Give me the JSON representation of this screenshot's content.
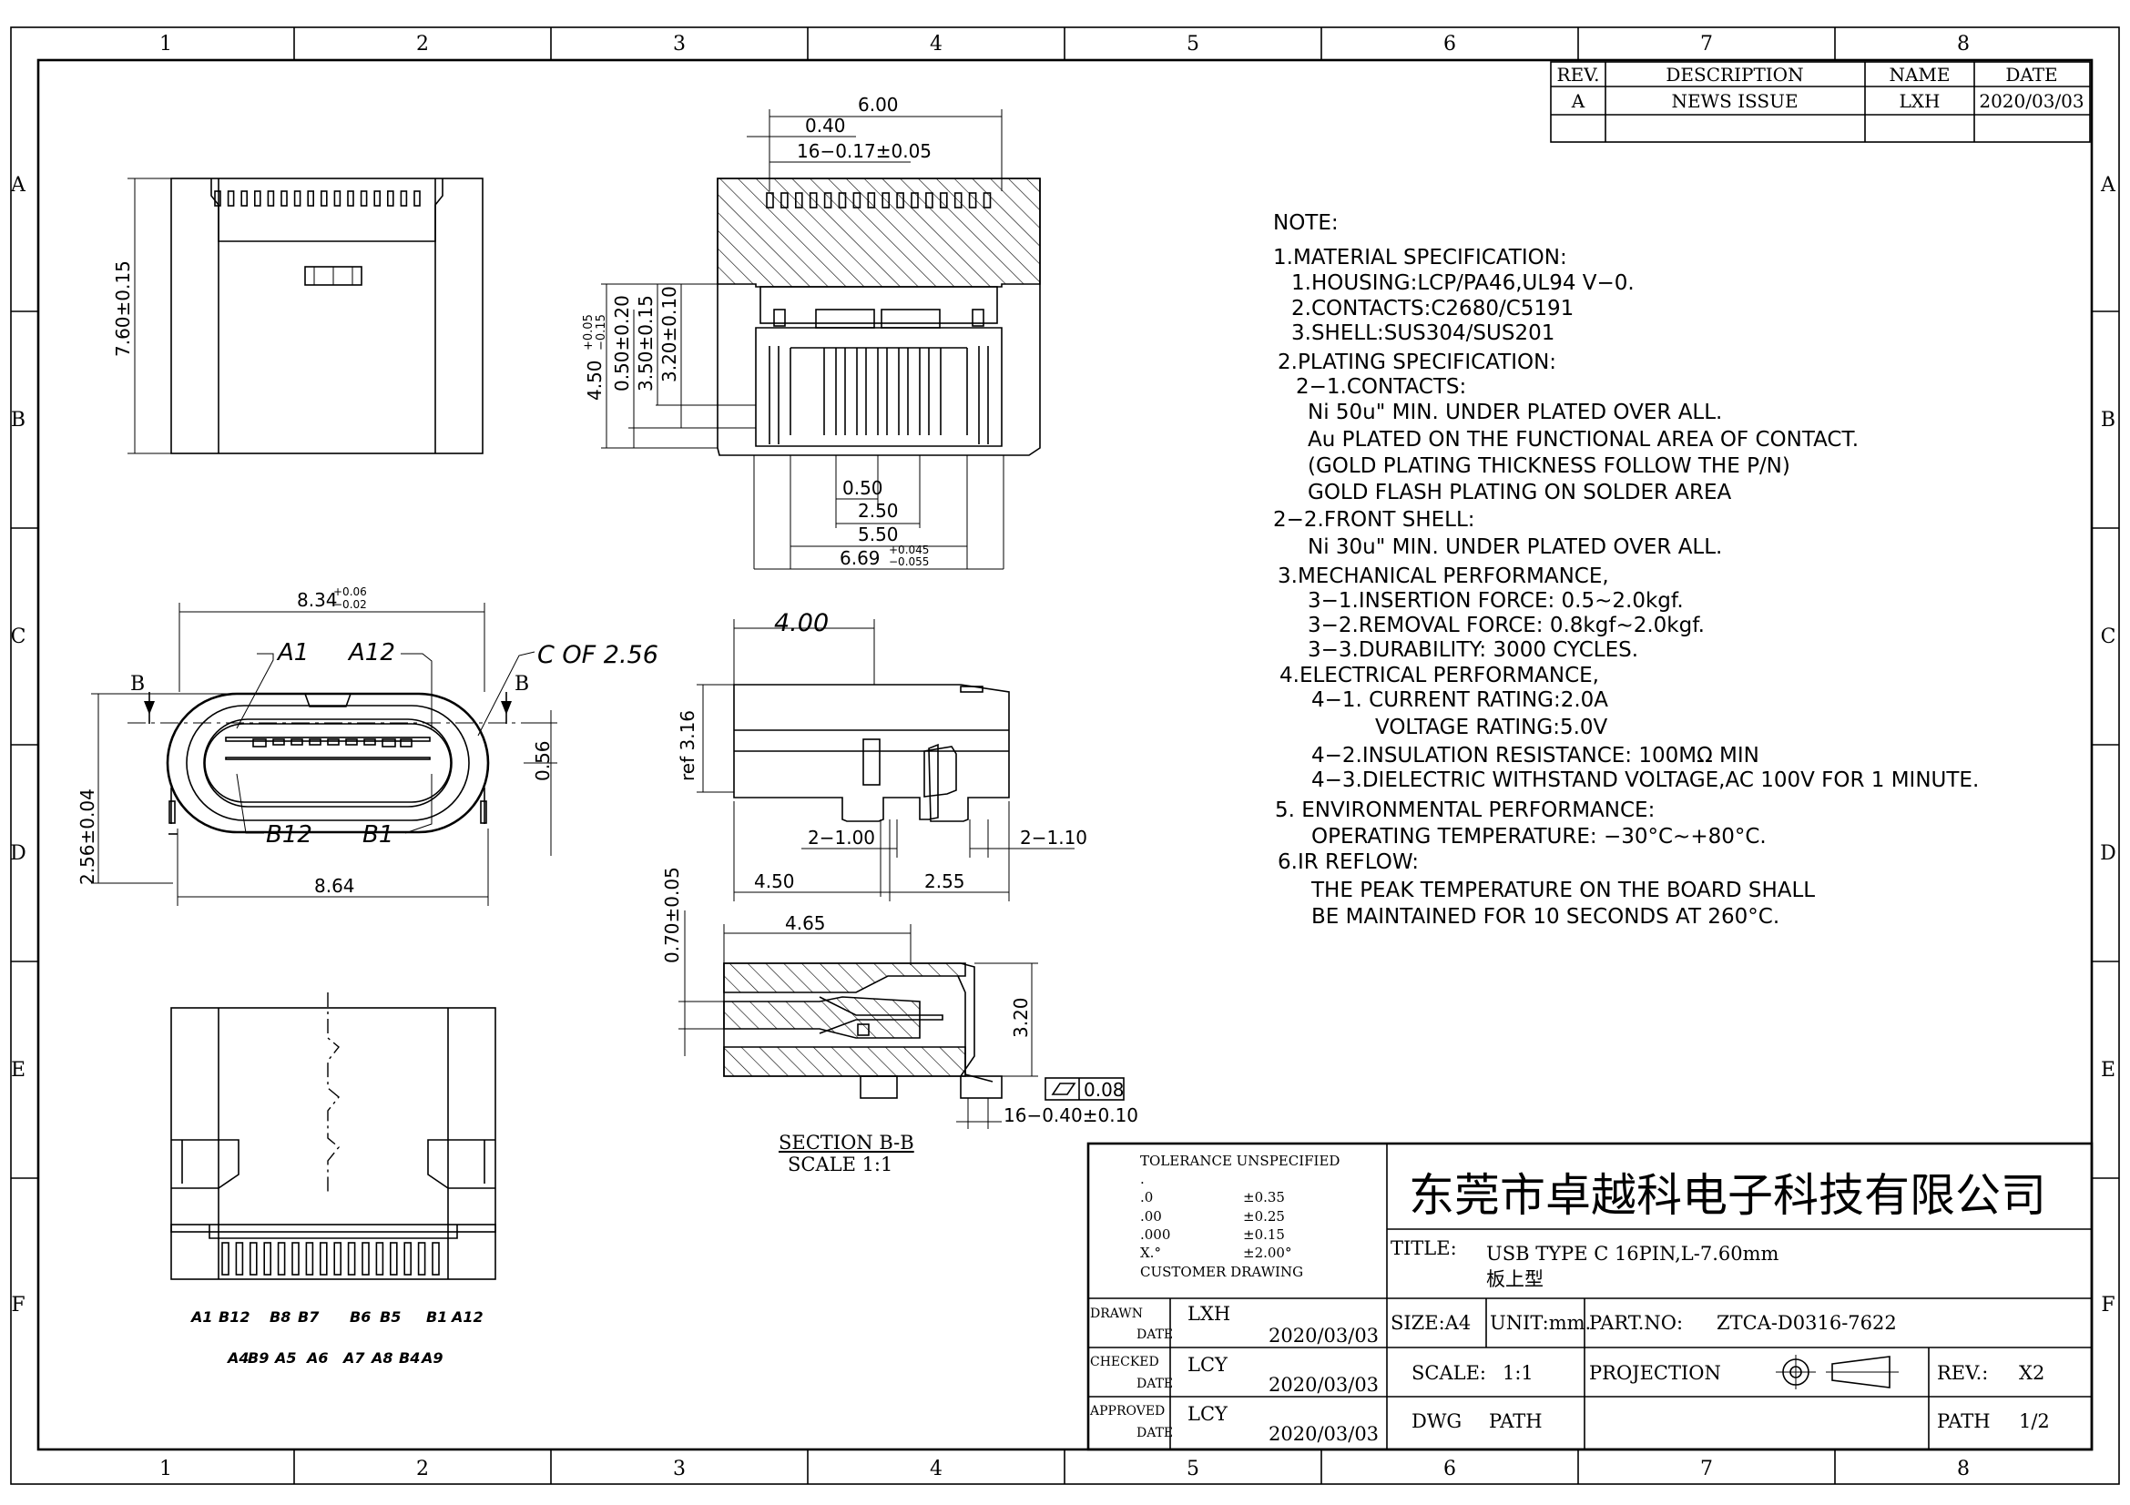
{
  "grid": {
    "columns": [
      "1",
      "2",
      "3",
      "4",
      "5",
      "6",
      "7",
      "8"
    ],
    "rows": [
      "A",
      "B",
      "C",
      "D",
      "E",
      "F"
    ]
  },
  "revision_table": {
    "headers": {
      "rev": "REV.",
      "description": "DESCRIPTION",
      "name": "NAME",
      "date": "DATE"
    },
    "rows": [
      {
        "rev": "A",
        "description": "NEWS ISSUE",
        "name": "LXH",
        "date": "2020/03/03"
      }
    ]
  },
  "dimensions": {
    "top_left_height": "7.60±0.15",
    "top_width": "6.00",
    "top_pitch": "0.40",
    "top_pins": "16−0.17±0.05",
    "top_h1": "4.50",
    "top_h1_tol_up": "+0.05",
    "top_h1_tol_dn": "−0.15",
    "top_h2": "0.50±0.20",
    "top_h3": "3.50±0.15",
    "top_h4": "3.20±0.10",
    "bot_w1": "0.50",
    "bot_w2": "2.50",
    "bot_w3": "5.50",
    "bot_w4": "6.69",
    "bot_w4_tol_up": "+0.045",
    "bot_w4_tol_dn": "−0.055",
    "front_width": "8.34",
    "front_width_tol_up": "+0.06",
    "front_width_tol_dn": "−0.02",
    "front_height": "2.56±0.04",
    "front_gap": "0.56",
    "front_bottom": "8.64",
    "chamfer": "C OF 2.56",
    "side_top": "4.00",
    "side_ref": "ref 3.16",
    "side_d1": "2−1.00",
    "side_d2": "2−1.10",
    "side_d3": "4.50",
    "side_d4": "2.55",
    "sec_w": "4.65",
    "sec_h1": "0.70±0.05",
    "sec_h2": "3.20",
    "flatness": "0.08",
    "sec_pins": "16−0.40±0.10"
  },
  "labels": {
    "a1": "A1",
    "a12": "A12",
    "b12": "B12",
    "b1": "B1",
    "sec_b_left": "B",
    "sec_b_right": "B",
    "section_title": "SECTION B-B",
    "section_scale": "SCALE 1:1"
  },
  "pin_labels_top": [
    "A1",
    "B12",
    "B8",
    "B7",
    "B6",
    "B5",
    "B1",
    "A12"
  ],
  "pin_labels_bottom": [
    "A4",
    "B9",
    "A5",
    "A6",
    "A7",
    "A8",
    "B4",
    "A9"
  ],
  "notes": [
    "NOTE:",
    "1.MATERIAL SPECIFICATION:",
    "1.HOUSING:LCP/PA46,UL94 V−0.",
    "2.CONTACTS:C2680/C5191",
    "3.SHELL:SUS304/SUS201",
    "2.PLATING SPECIFICATION:",
    "2−1.CONTACTS:",
    "Ni 50u\" MIN. UNDER PLATED OVER ALL.",
    "Au PLATED ON THE FUNCTIONAL AREA OF CONTACT.",
    "(GOLD PLATING THICKNESS FOLLOW THE P/N)",
    "GOLD FLASH PLATING ON SOLDER AREA",
    "2−2.FRONT SHELL:",
    "Ni 30u\" MIN. UNDER PLATED OVER ALL.",
    "3.MECHANICAL PERFORMANCE,",
    "3−1.INSERTION FORCE: 0.5~2.0kgf.",
    "3−2.REMOVAL FORCE: 0.8kgf~2.0kgf.",
    "3−3.DURABILITY: 3000 CYCLES.",
    "4.ELECTRICAL PERFORMANCE,",
    "4−1. CURRENT RATING:2.0A",
    "VOLTAGE RATING:5.0V",
    "4−2.INSULATION RESISTANCE: 100MΩ MIN",
    "4−3.DIELECTRIC WITHSTAND VOLTAGE,AC 100V FOR 1 MINUTE.",
    "5. ENVIRONMENTAL PERFORMANCE:",
    "OPERATING TEMPERATURE: −30°C~+80°C.",
    "6.IR REFLOW:",
    "THE PEAK TEMPERATURE ON THE BOARD SHALL",
    "BE MAINTAINED FOR 10 SECONDS AT 260°C."
  ],
  "title_block": {
    "tolerance_title": "TOLERANCE UNSPECIFIED",
    "tol_dot": ".",
    "tol_rows": [
      {
        "k": ".0",
        "v": "±0.35"
      },
      {
        "k": ".00",
        "v": "±0.25"
      },
      {
        "k": ".000",
        "v": "±0.15"
      },
      {
        "k": "X.°",
        "v": "±2.00°"
      }
    ],
    "customer_drawing": "CUSTOMER DRAWING",
    "company": "东莞市卓越科电子科技有限公司",
    "title_label": "TITLE:",
    "title_line1": "USB TYPE C 16PIN,L-7.60mm",
    "title_line2": "板上型",
    "drawn_label": "DRAWN",
    "drawn_name": "LXH",
    "drawn_date": "2020/03/03",
    "checked_label": "CHECKED",
    "checked_name": "LCY",
    "checked_date": "2020/03/03",
    "approved_label": "APPROVED",
    "approved_name": "LCY",
    "approved_date": "2020/03/03",
    "date_label": "DATE",
    "size": "SIZE:A4",
    "unit": "UNIT:mm.",
    "part_no_label": "PART.NO:",
    "part_no": "ZTCA-D0316-7622",
    "scale_label": "SCALE:",
    "scale": "1:1",
    "projection": "PROJECTION",
    "rev_label": "REV.:",
    "rev": "X2",
    "dwg_label": "DWG",
    "path_label": "PATH",
    "path_label2": "PATH",
    "path": "1/2"
  }
}
